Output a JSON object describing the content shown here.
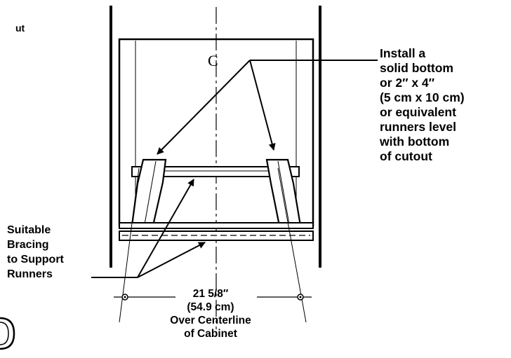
{
  "partial_text": {
    "top_left": "ut"
  },
  "centerline_mark": "C",
  "install_note": [
    "Install a",
    "solid bottom",
    "or 2″ x 4″",
    "(5 cm x 10 cm)",
    "or equivalent",
    "runners level",
    "with bottom",
    "of cutout"
  ],
  "bracing_note": [
    "Suitable",
    "Bracing",
    "to Support",
    "Runners"
  ],
  "dimension": {
    "value": "21 5/8″",
    "metric": "(54.9 cm)",
    "line1": "Over Centerline",
    "line2": "of Cabinet"
  },
  "colors": {
    "ink": "#000000",
    "background": "#ffffff"
  }
}
